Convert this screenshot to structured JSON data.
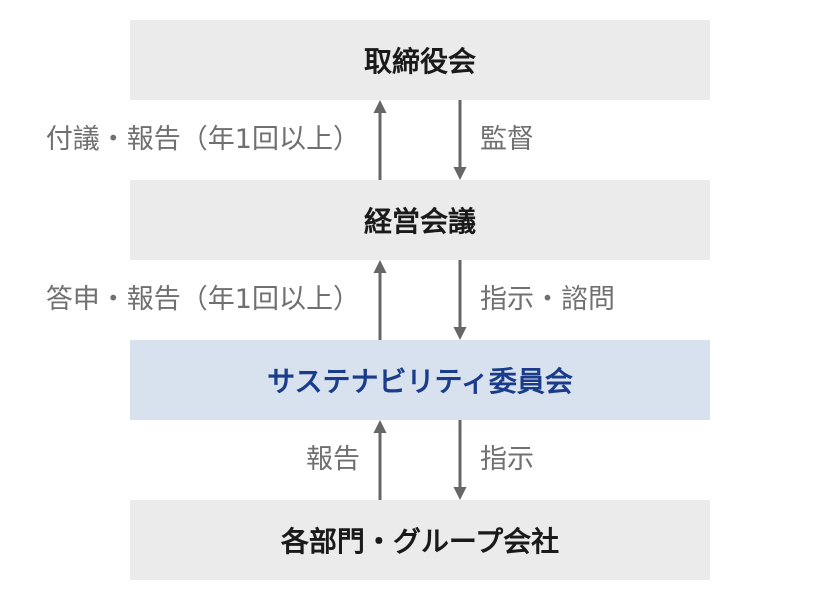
{
  "nodes": {
    "board": "取締役会",
    "management": "経営会議",
    "committee": "サステナビリティ委員会",
    "departments": "各部門・グループ会社"
  },
  "edges": {
    "mgmt_to_board": "付議・報告（年1回以上）",
    "board_to_mgmt": "監督",
    "committee_to_mgmt": "答申・報告（年1回以上）",
    "mgmt_to_committee": "指示・諮問",
    "depts_to_committee": "報告",
    "committee_to_depts": "指示"
  },
  "colors": {
    "box_fill": "#ebebeb",
    "highlight_fill": "#d8e2ee",
    "highlight_text": "#1a3c8a",
    "arrow": "#666666",
    "label": "#707070"
  }
}
